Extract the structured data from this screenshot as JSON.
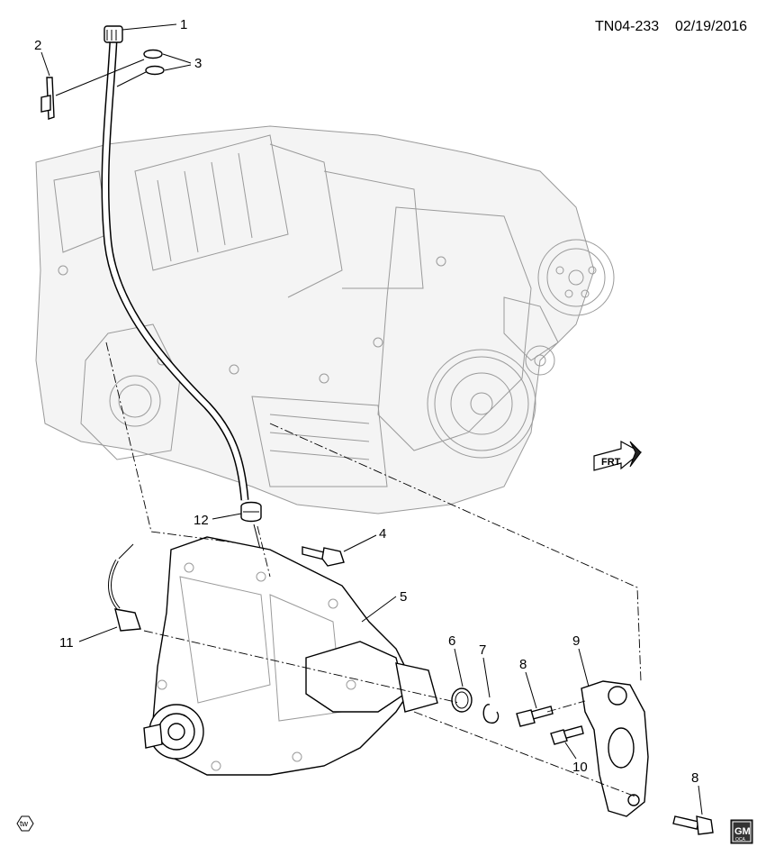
{
  "header": {
    "code": "TN04-233",
    "date": "02/19/2016"
  },
  "callouts": {
    "c1": "1",
    "c2": "2",
    "c3": "3",
    "c4": "4",
    "c5": "5",
    "c6": "6",
    "c7": "7",
    "c8a": "8",
    "c9": "9",
    "c10": "10",
    "c8b": "8",
    "c11": "11",
    "c12": "12"
  },
  "labels": {
    "frt": "FRT",
    "tw": "tw",
    "gm": "GM",
    "gm_sub": "OCA"
  },
  "icons": [
    "front-direction-arrow-icon",
    "tw-badge-icon",
    "gm-logo-icon"
  ]
}
